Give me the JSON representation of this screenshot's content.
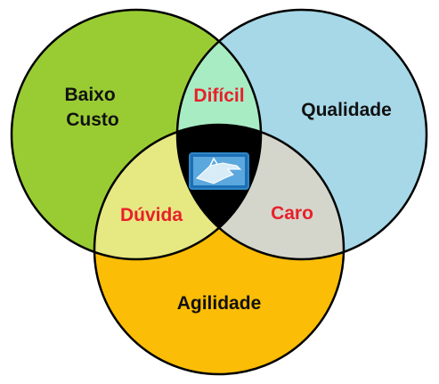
{
  "sets": [
    {
      "name": "Baixo Custo",
      "lines": [
        "Baixo",
        "Custo"
      ],
      "color": "#99cc33"
    },
    {
      "name": "Qualidade",
      "lines": [
        "Qualidade"
      ],
      "color": "#a6d8e8"
    },
    {
      "name": "Agilidade",
      "lines": [
        "Agilidade"
      ],
      "color": "#fbbd05"
    }
  ],
  "intersections": {
    "top": {
      "label": "Difícil",
      "color": "#a8ecc4"
    },
    "left": {
      "label": "Dúvida",
      "color": "#e6e882"
    },
    "right": {
      "label": "Caro",
      "color": "#d4d6cc"
    },
    "center": {
      "icon": "hand-pointer-icon",
      "color": "#000000"
    }
  },
  "colors": {
    "set_label": "#111111",
    "intersection_label": "#e8202a",
    "outline": "#000000",
    "icon_frame": "#2e86c8"
  }
}
